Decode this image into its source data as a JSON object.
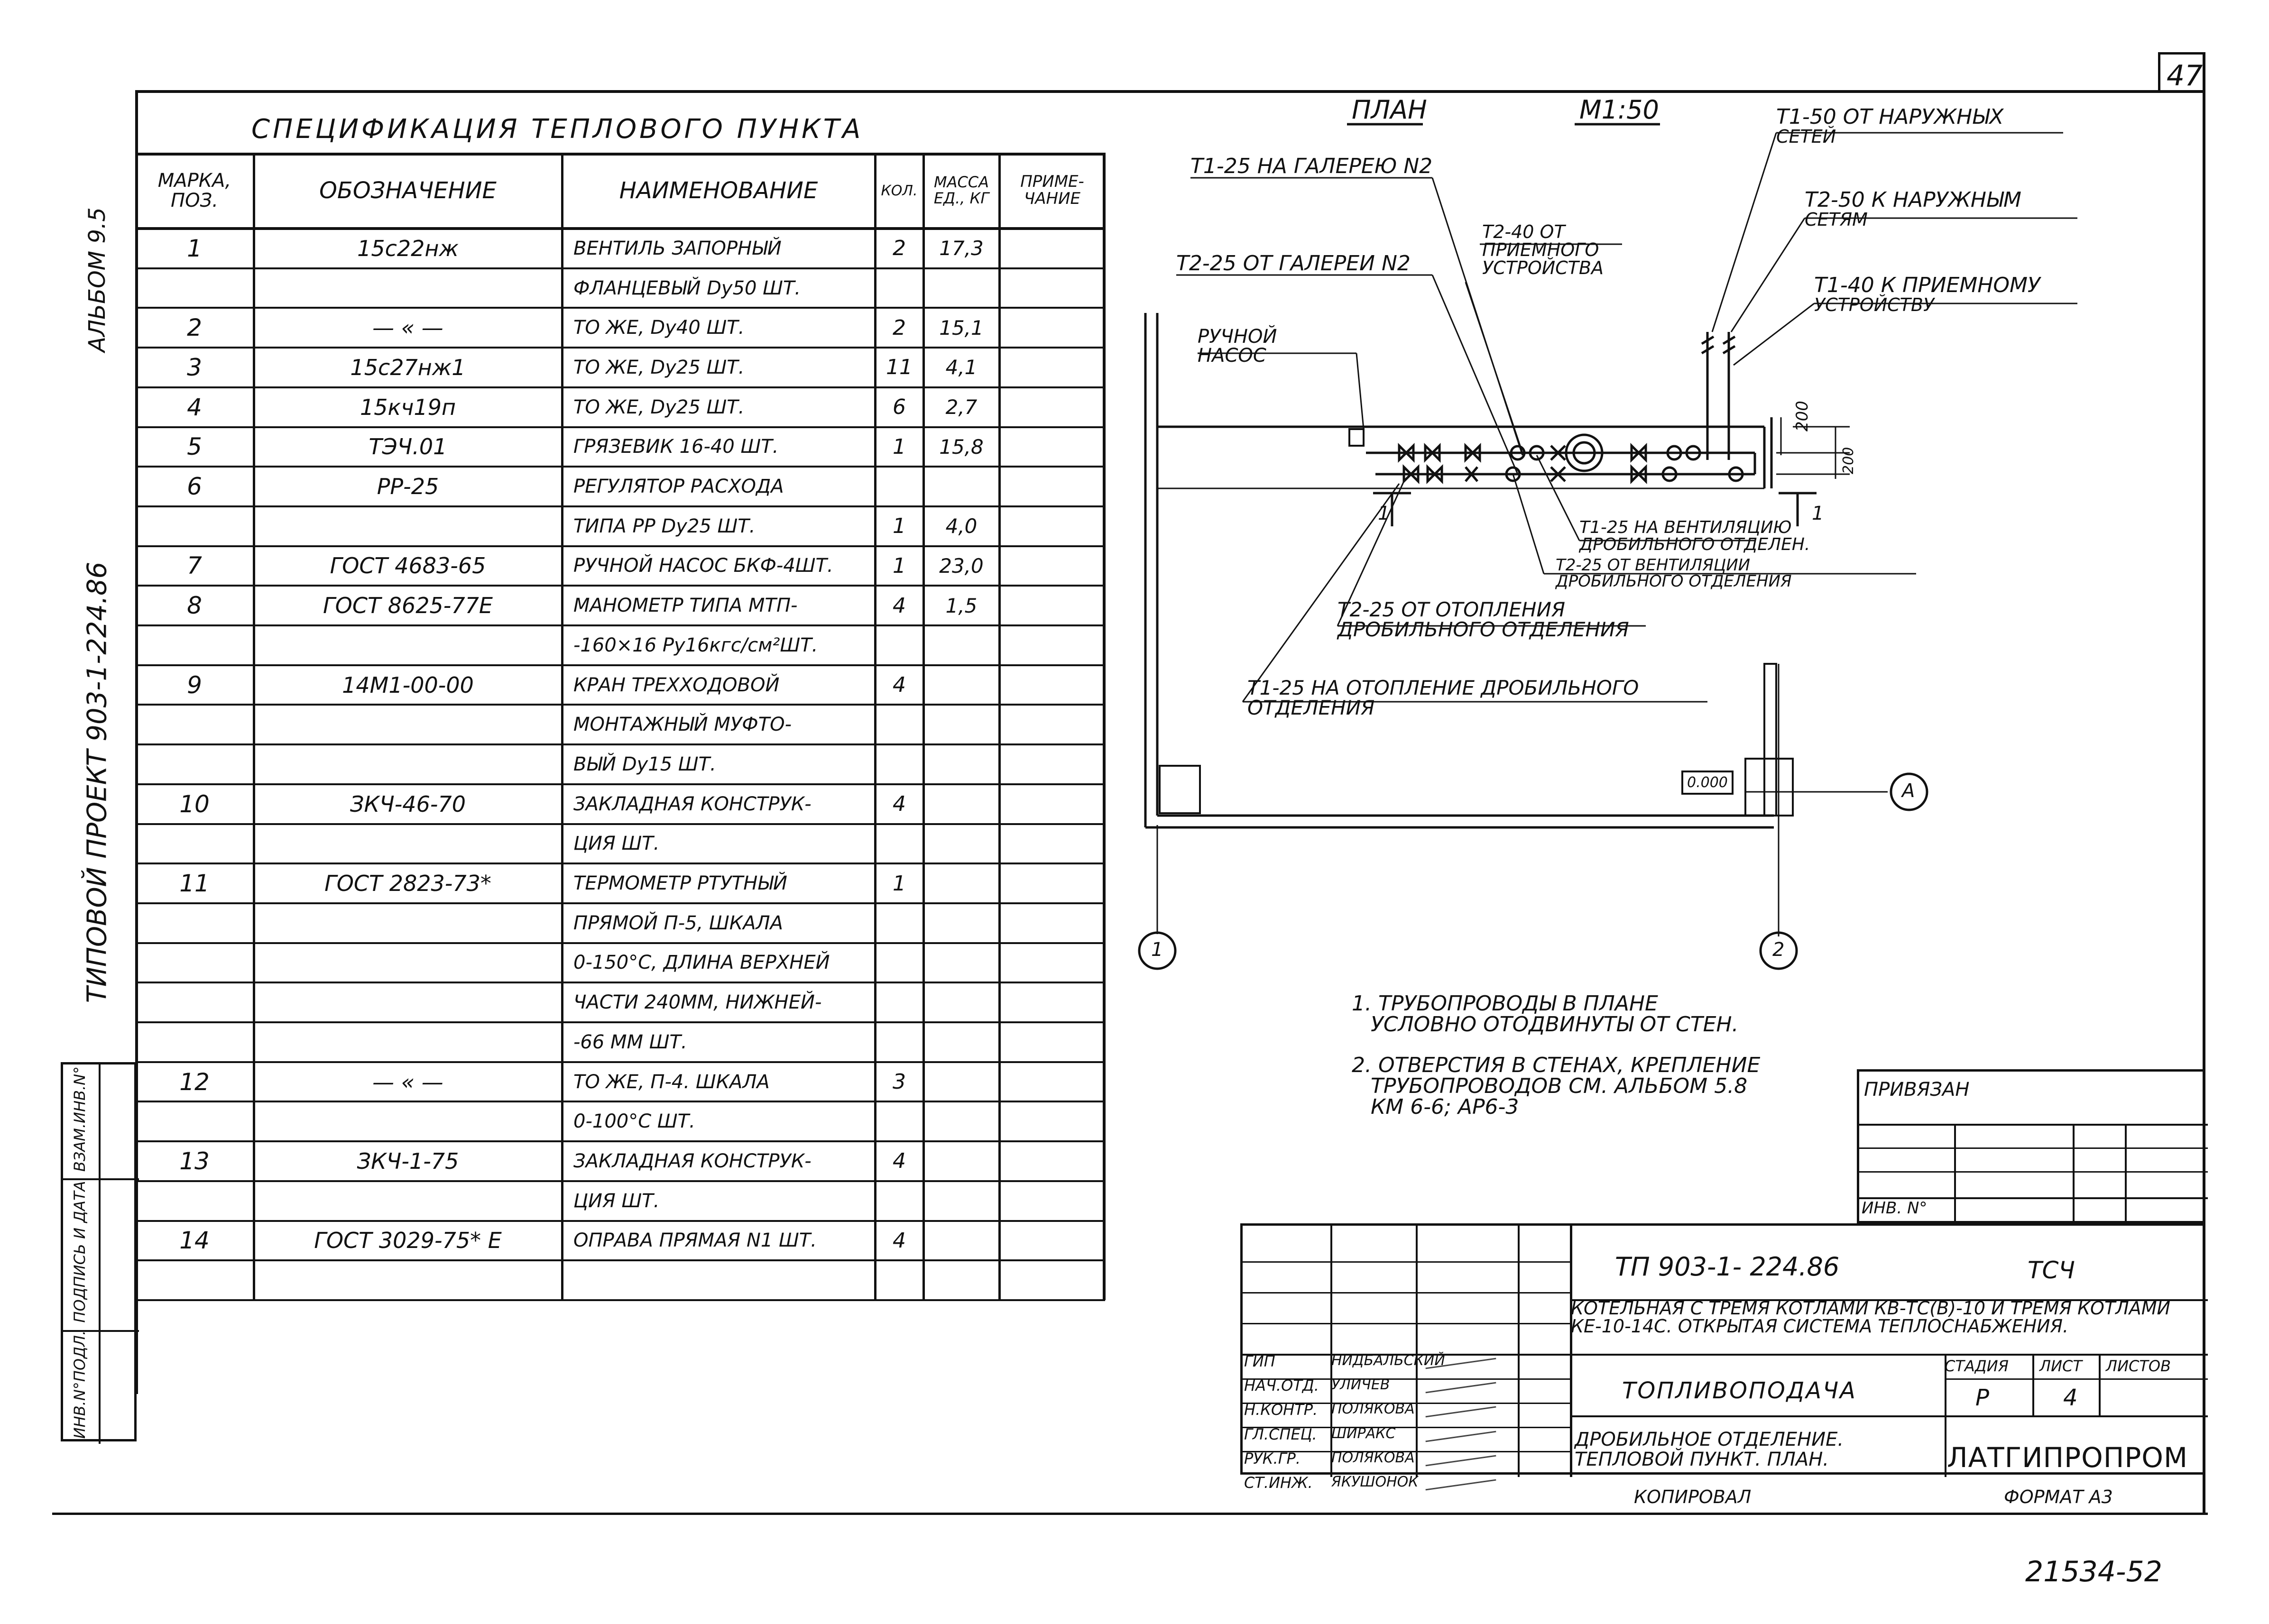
{
  "sheet": {
    "page_number": "47",
    "side_album": "АЛЬБОМ 9.5",
    "side_project": "ТИПОВОЙ ПРОЕКТ 903-1-224.86",
    "stamp_column": [
      "ИНВ.N°ПОДЛ.",
      "ПОДПИСЬ И ДАТА",
      "ВЗАМ.ИНВ.N°"
    ],
    "copied_label": "КОПИРОВАЛ",
    "format_label": "ФОРМАТ А3",
    "bottom_number": "21534-52"
  },
  "spec": {
    "title": "СПЕЦИФИКАЦИЯ ТЕПЛОВОГО ПУНКТА",
    "headers": {
      "mark": [
        "МАРКА,",
        "ПОЗ."
      ],
      "designation": "ОБОЗНАЧЕНИЕ",
      "name": "НАИМЕНОВАНИЕ",
      "qty": "КОЛ.",
      "mass": [
        "МАССА",
        "ЕД., КГ"
      ],
      "note": [
        "ПРИМЕ-",
        "ЧАНИЕ"
      ]
    },
    "rows": [
      {
        "mark": "1",
        "designation": "15с22нж",
        "name": "ВЕНТИЛЬ ЗАПОРНЫЙ",
        "qty": "2",
        "mass": "17,3"
      },
      {
        "mark": "",
        "designation": "",
        "name": "ФЛАНЦЕВЫЙ Dу50 ШТ.",
        "qty": "",
        "mass": ""
      },
      {
        "mark": "2",
        "designation": "— « —",
        "name": "ТО ЖЕ, Dу40 ШТ.",
        "qty": "2",
        "mass": "15,1"
      },
      {
        "mark": "3",
        "designation": "15с27нж1",
        "name": "ТО ЖЕ, Dу25 ШТ.",
        "qty": "11",
        "mass": "4,1"
      },
      {
        "mark": "4",
        "designation": "15кч19п",
        "name": "ТО ЖЕ, Dу25 ШТ.",
        "qty": "6",
        "mass": "2,7"
      },
      {
        "mark": "5",
        "designation": "ТЭЧ.01",
        "name": "ГРЯЗЕВИК 16-40 ШТ.",
        "qty": "1",
        "mass": "15,8"
      },
      {
        "mark": "6",
        "designation": "РР-25",
        "name": "РЕГУЛЯТОР РАСХОДА",
        "qty": "",
        "mass": ""
      },
      {
        "mark": "",
        "designation": "",
        "name": "ТИПА РР Dу25 ШТ.",
        "qty": "1",
        "mass": "4,0"
      },
      {
        "mark": "7",
        "designation": "ГОСТ 4683-65",
        "name": "РУЧНОЙ НАСОС БКФ-4ШТ.",
        "qty": "1",
        "mass": "23,0"
      },
      {
        "mark": "8",
        "designation": "ГОСТ 8625-77Е",
        "name": "МАНОМЕТР ТИПА МТП-",
        "qty": "4",
        "mass": "1,5"
      },
      {
        "mark": "",
        "designation": "",
        "name": "-160×16 Ру16кгс/см²ШТ.",
        "qty": "",
        "mass": ""
      },
      {
        "mark": "9",
        "designation": "14М1-00-00",
        "name": "КРАН ТРЕХХОДОВОЙ",
        "qty": "4",
        "mass": ""
      },
      {
        "mark": "",
        "designation": "",
        "name": "МОНТАЖНЫЙ МУФТО-",
        "qty": "",
        "mass": ""
      },
      {
        "mark": "",
        "designation": "",
        "name": "ВЫЙ Dу15 ШТ.",
        "qty": "",
        "mass": ""
      },
      {
        "mark": "10",
        "designation": "ЗКЧ-46-70",
        "name": "ЗАКЛАДНАЯ КОНСТРУК-",
        "qty": "4",
        "mass": ""
      },
      {
        "mark": "",
        "designation": "",
        "name": "ЦИЯ ШТ.",
        "qty": "",
        "mass": ""
      },
      {
        "mark": "11",
        "designation": "ГОСТ 2823-73*",
        "name": "ТЕРМОМЕТР РТУТНЫЙ",
        "qty": "1",
        "mass": ""
      },
      {
        "mark": "",
        "designation": "",
        "name": "ПРЯМОЙ П-5, ШКАЛА",
        "qty": "",
        "mass": ""
      },
      {
        "mark": "",
        "designation": "",
        "name": "0-150°С, ДЛИНА ВЕРХНЕЙ",
        "qty": "",
        "mass": ""
      },
      {
        "mark": "",
        "designation": "",
        "name": "ЧАСТИ 240ММ, НИЖНЕЙ-",
        "qty": "",
        "mass": ""
      },
      {
        "mark": "",
        "designation": "",
        "name": "-66 ММ ШТ.",
        "qty": "",
        "mass": ""
      },
      {
        "mark": "12",
        "designation": "— « —",
        "name": "ТО ЖЕ, П-4. ШКАЛА",
        "qty": "3",
        "mass": ""
      },
      {
        "mark": "",
        "designation": "",
        "name": "0-100°С ШТ.",
        "qty": "",
        "mass": ""
      },
      {
        "mark": "13",
        "designation": "ЗКЧ-1-75",
        "name": "ЗАКЛАДНАЯ КОНСТРУК-",
        "qty": "4",
        "mass": ""
      },
      {
        "mark": "",
        "designation": "",
        "name": "ЦИЯ ШТ.",
        "qty": "",
        "mass": ""
      },
      {
        "mark": "14",
        "designation": "ГОСТ 3029-75* Е",
        "name": "ОПРАВА ПРЯМАЯ N1 ШТ.",
        "qty": "4",
        "mass": ""
      },
      {
        "mark": "",
        "designation": "",
        "name": "",
        "qty": "",
        "mass": ""
      }
    ]
  },
  "plan": {
    "title": "ПЛАН",
    "scale": "М1:50",
    "labels": {
      "t1_50": [
        "Т1-50 ОТ НАРУЖНЫХ",
        "СЕТЕЙ"
      ],
      "t2_50": [
        "Т2-50 К НАРУЖНЫМ",
        "СЕТЯМ"
      ],
      "t1_40": [
        "Т1-40 К ПРИЕМНОМУ",
        "УСТРОЙСТВУ"
      ],
      "t1_25_gallery": "Т1-25 НА ГАЛЕРЕЮ N2",
      "t2_40": [
        "Т2-40 ОТ",
        "ПРИЕМНОГО",
        "УСТРОЙСТВА"
      ],
      "t2_25_gallery": "Т2-25 ОТ ГАЛЕРЕИ N2",
      "pump": [
        "РУЧНОЙ",
        "НАСОС"
      ],
      "t1_25_vent": [
        "Т1-25 НА ВЕНТИЛЯЦИЮ",
        "ДРОБИЛЬНОГО ОТДЕЛЕН."
      ],
      "t2_25_vent": [
        "Т2-25 ОТ ВЕНТИЛЯЦИИ",
        "ДРОБИЛЬНОГО ОТДЕЛЕНИЯ"
      ],
      "t2_25_heat": [
        "Т2-25 ОТ ОТОПЛЕНИЯ",
        "ДРОБИЛЬНОГО ОТДЕЛЕНИЯ"
      ],
      "t1_25_heat": [
        "Т1-25 НА ОТОПЛЕНИЕ ДРОБИЛЬНОГО",
        "ОТДЕЛЕНИЯ"
      ],
      "dim_200_a": "200",
      "dim_200_b": "200",
      "section_left": "1",
      "section_right": "1",
      "level": "0.000",
      "axis_a": "А",
      "axis_1": "1",
      "axis_2": "2"
    }
  },
  "notes": [
    [
      "1. ТРУБОПРОВОДЫ В ПЛАНЕ",
      "УСЛОВНО ОТОДВИНУТЫ ОТ СТЕН."
    ],
    [
      "2. ОТВЕРСТИЯ В СТЕНАХ, КРЕПЛЕНИЕ",
      "ТРУБОПРОВОДОВ СМ. АЛЬБОМ 5.8",
      "КМ 6-6; АР6-3"
    ]
  ],
  "privyazan": {
    "label": "ПРИВЯЗАН",
    "inv_label": "ИНВ. N°"
  },
  "title_block": {
    "code": "ТП 903-1- 224.86",
    "sheet_code": "ТСЧ",
    "project_desc": [
      "КОТЕЛЬНАЯ С ТРЕМЯ КОТЛАМИ КВ-ТС(В)-10 И ТРЕМЯ КОТЛАМИ",
      "КЕ-10-14С. ОТКРЫТАЯ СИСТЕМА ТЕПЛОСНАБЖЕНИЯ."
    ],
    "drawing_name": "ТОПЛИВОПОДАЧА",
    "sheet_desc": [
      "ДРОБИЛЬНОЕ ОТДЕЛЕНИЕ.",
      "ТЕПЛОВОЙ ПУНКТ. ПЛАН."
    ],
    "stage_label": "СТАДИЯ",
    "sheet_label": "ЛИСТ",
    "sheets_label": "ЛИСТОВ",
    "stage": "Р",
    "sheet": "4",
    "company": "ЛАТГИПРОПРОМ",
    "signatures": [
      {
        "role": "ГИП",
        "name": "НИДБАЛЬСКИЙ"
      },
      {
        "role": "НАЧ.ОТД.",
        "name": "УЛИЧЕВ"
      },
      {
        "role": "Н.КОНТР.",
        "name": "ПОЛЯКОВА"
      },
      {
        "role": "ГЛ.СПЕЦ.",
        "name": "ШИРАКС"
      },
      {
        "role": "РУК.ГР.",
        "name": "ПОЛЯКОВА"
      },
      {
        "role": "СТ.ИНЖ.",
        "name": "ЯКУШОНОК"
      }
    ]
  }
}
